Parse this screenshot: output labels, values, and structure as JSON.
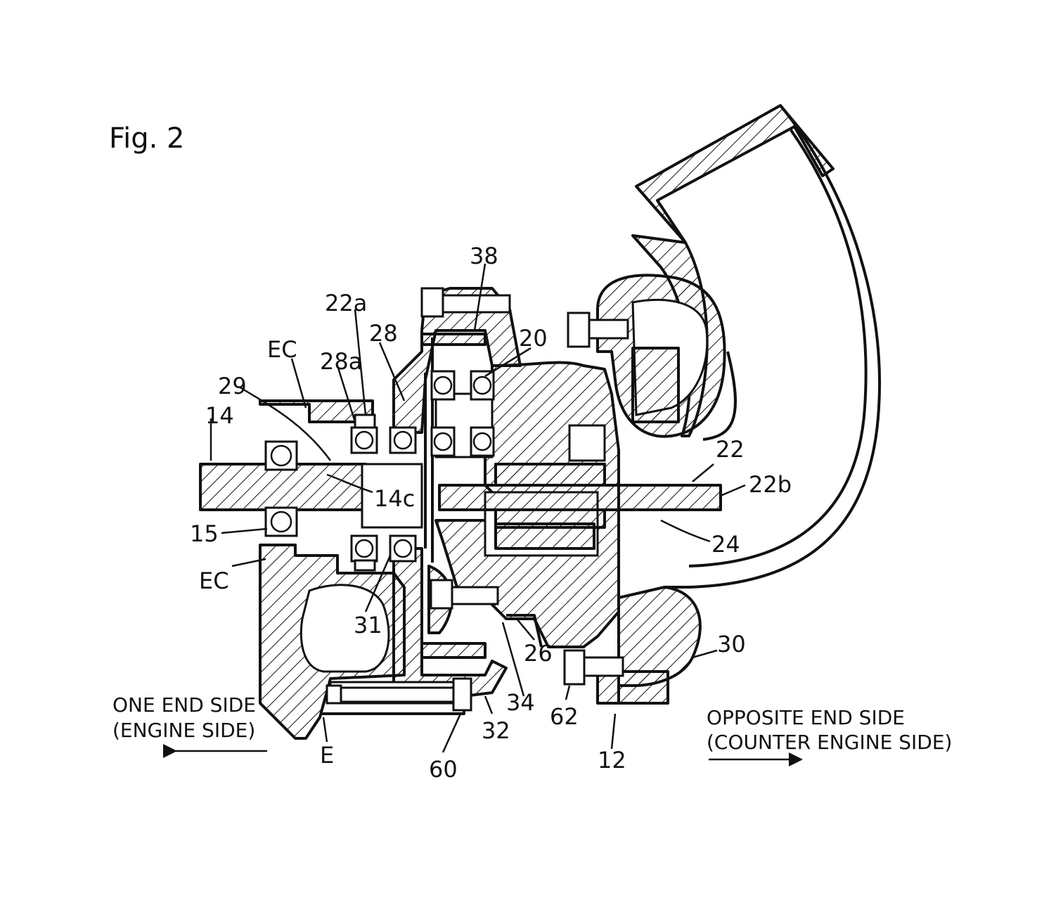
{
  "figure": {
    "title": "Fig. 2"
  },
  "labels": {
    "l38": "38",
    "l22a": "22a",
    "l28": "28",
    "l20": "20",
    "lEC_top": "EC",
    "l28a": "28a",
    "l29": "29",
    "l14": "14",
    "l14c": "14c",
    "l22": "22",
    "l22b": "22b",
    "l15": "15",
    "l24": "24",
    "lEC_bottom": "EC",
    "l31": "31",
    "l26": "26",
    "l30": "30",
    "l34": "34",
    "l62": "62",
    "l32": "32",
    "l60": "60",
    "l12": "12",
    "lE": "E"
  },
  "captions": {
    "left_line1": "ONE END SIDE",
    "left_line2": "(ENGINE SIDE)",
    "right_line1": "OPPOSITE END SIDE",
    "right_line2": "(COUNTER ENGINE SIDE)"
  }
}
